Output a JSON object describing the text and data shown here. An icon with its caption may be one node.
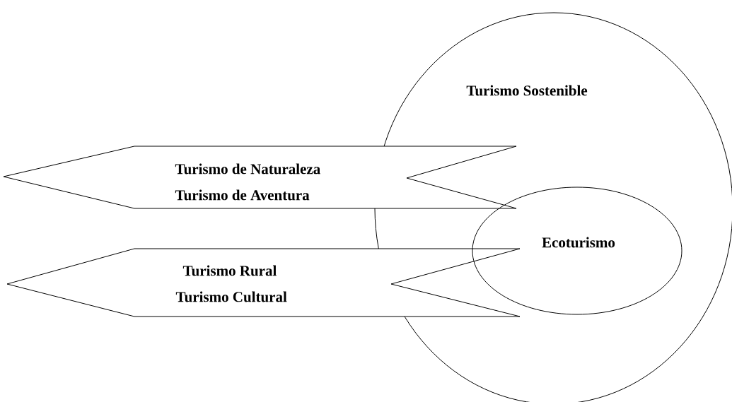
{
  "diagram": {
    "nodes": [
      {
        "text": [
          "Turismo Sostenible"
        ]
      },
      {
        "text": [
          "Turismo de Naturaleza",
          "Turismo de Aventura"
        ]
      },
      {
        "text": [
          "Ecoturismo"
        ],
        "in": 0
      },
      {
        "text": [
          "Turismo Rural",
          "Turismo Cultural"
        ]
      }
    ]
  }
}
